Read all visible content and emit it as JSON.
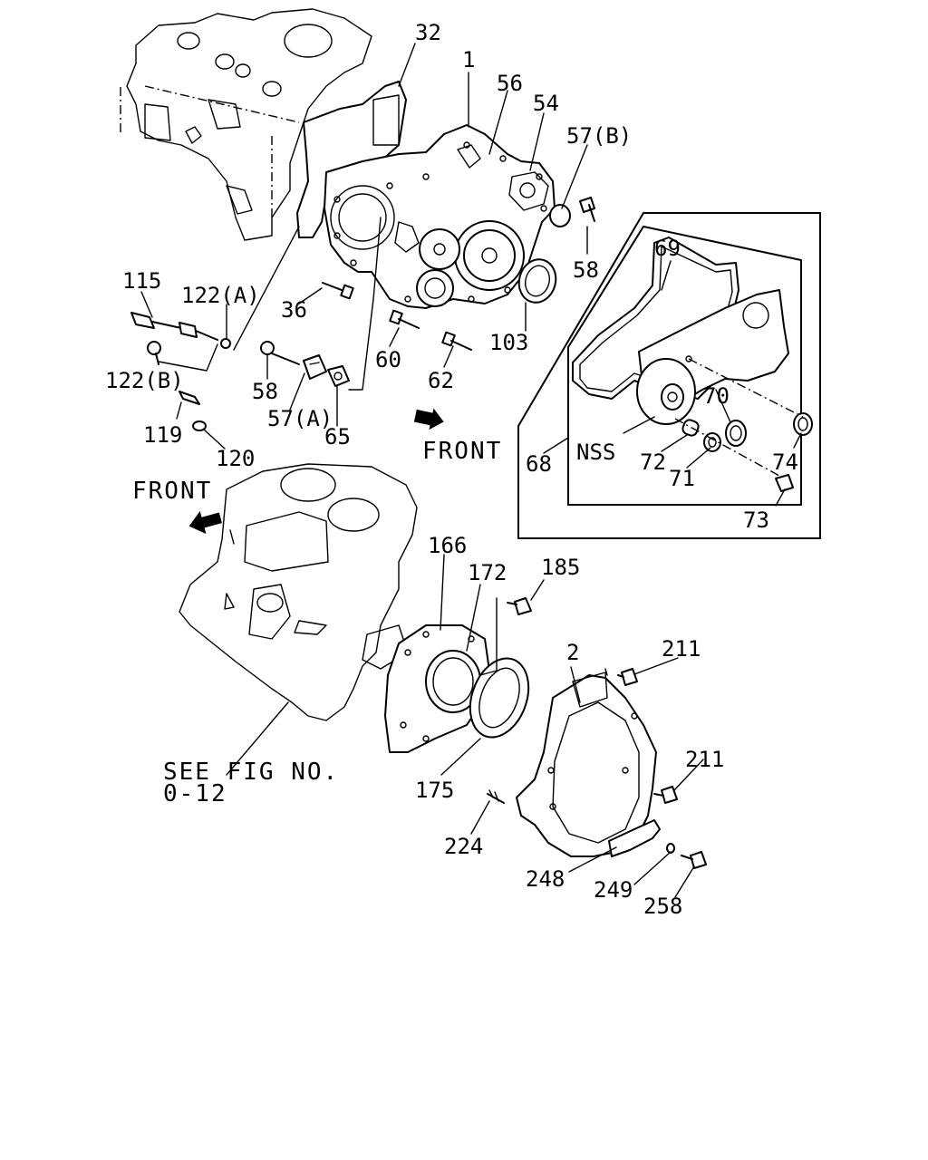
{
  "diagram": {
    "front_labels": {
      "upper": "FRONT",
      "lower": "FRONT"
    },
    "see_fig": {
      "line1": "SEE FIG NO.",
      "line2": "0-12"
    },
    "nss": "NSS",
    "callouts": {
      "p32": "32",
      "p1": "1",
      "p56": "56",
      "p54": "54",
      "p57b": "57(B)",
      "p58a": "58",
      "p103": "103",
      "p36": "36",
      "p60": "60",
      "p62": "62",
      "p115": "115",
      "p122a": "122(A)",
      "p122b": "122(B)",
      "p58b": "58",
      "p57a": "57(A)",
      "p65": "65",
      "p119": "119",
      "p120": "120",
      "p69": "69",
      "p70": "70",
      "p68": "68",
      "p72": "72",
      "p71": "71",
      "p74": "74",
      "p73": "73",
      "p166": "166",
      "p172": "172",
      "p185": "185",
      "p2": "2",
      "p211a": "211",
      "p211b": "211",
      "p175": "175",
      "p224": "224",
      "p248": "248",
      "p249": "249",
      "p258": "258"
    }
  }
}
